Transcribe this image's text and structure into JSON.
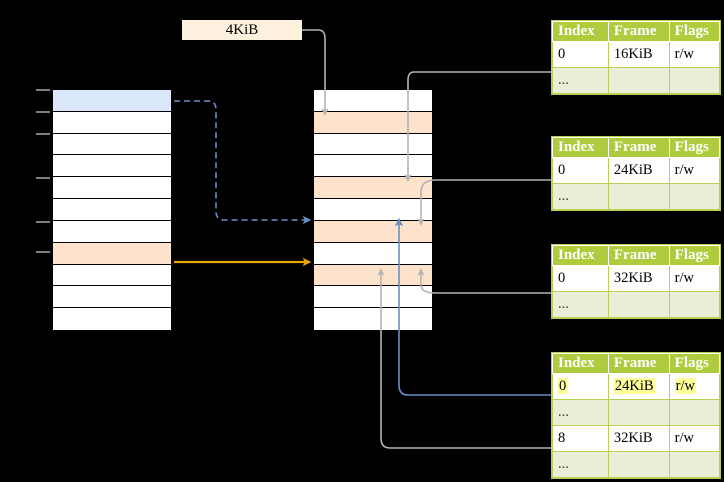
{
  "diagram": {
    "title_label": "4KiB",
    "virtual_column": {
      "name": "virtual-address-space-column",
      "row_count": 11,
      "highlight_rows": [
        {
          "index": 1,
          "color": "#dbe8fb"
        },
        {
          "index": 8,
          "color": "#fde3cc"
        }
      ]
    },
    "physical_column": {
      "name": "physical-memory-column",
      "row_count": 11,
      "highlight_rows": [
        {
          "index": 2,
          "color": "#fde3cc"
        },
        {
          "index": 5,
          "color": "#fde3cc"
        },
        {
          "index": 7,
          "color": "#fde3cc"
        },
        {
          "index": 9,
          "color": "#fde3cc"
        }
      ]
    },
    "colors": {
      "table_header": "#afcb3e",
      "table_alt_row": "#e9efd6",
      "highlight_yellow": "#ffff99",
      "page_peach": "#fde3cc",
      "page_blue": "#dbe8fb",
      "orange_arrow": "#e8a400",
      "blue_arrow": "#6a8fc4",
      "gray_arrow": "#b3b3b3"
    }
  },
  "tables": [
    {
      "name": "page-table-1",
      "headers": [
        "Index",
        "Frame",
        "Flags"
      ],
      "rows": [
        {
          "cells": [
            "0",
            "16KiB",
            "r/w"
          ],
          "alt": false,
          "highlight": []
        },
        {
          "cells": [
            "...",
            "",
            ""
          ],
          "alt": true,
          "highlight": []
        }
      ]
    },
    {
      "name": "page-table-2",
      "headers": [
        "Index",
        "Frame",
        "Flags"
      ],
      "rows": [
        {
          "cells": [
            "0",
            "24KiB",
            "r/w"
          ],
          "alt": false,
          "highlight": []
        },
        {
          "cells": [
            "...",
            "",
            ""
          ],
          "alt": true,
          "highlight": []
        }
      ]
    },
    {
      "name": "page-table-3",
      "headers": [
        "Index",
        "Frame",
        "Flags"
      ],
      "rows": [
        {
          "cells": [
            "0",
            "32KiB",
            "r/w"
          ],
          "alt": false,
          "highlight": []
        },
        {
          "cells": [
            "...",
            "",
            ""
          ],
          "alt": true,
          "highlight": []
        }
      ]
    },
    {
      "name": "page-table-4",
      "headers": [
        "Index",
        "Frame",
        "Flags"
      ],
      "rows": [
        {
          "cells": [
            "0",
            "24KiB",
            "r/w"
          ],
          "alt": false,
          "highlight": [
            0,
            1,
            2
          ]
        },
        {
          "cells": [
            "...",
            "",
            ""
          ],
          "alt": true,
          "highlight": []
        },
        {
          "cells": [
            "8",
            "32KiB",
            "r/w"
          ],
          "alt": false,
          "highlight": []
        },
        {
          "cells": [
            "...",
            "",
            ""
          ],
          "alt": true,
          "highlight": []
        }
      ]
    }
  ]
}
